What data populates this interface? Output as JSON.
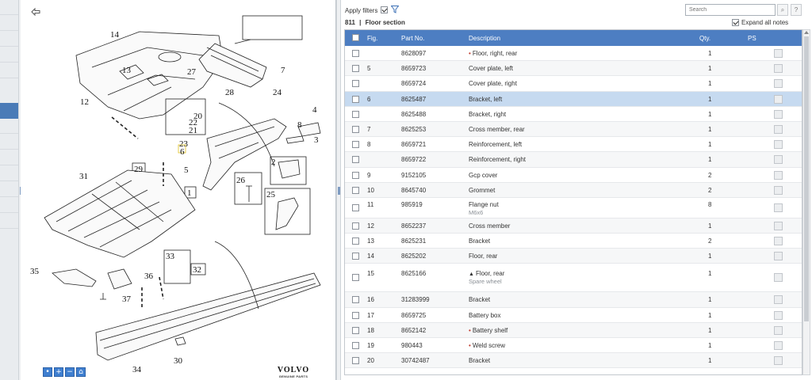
{
  "diagram": {
    "callouts": {
      "n1": "1",
      "n2": "2",
      "n3": "3",
      "n4": "4",
      "n5": "5",
      "n6": "6",
      "n7": "7",
      "n8": "8",
      "n12": "12",
      "n13": "13",
      "n14": "14",
      "n20": "20",
      "n21": "21",
      "n22": "22",
      "n23": "23",
      "n24": "24",
      "n25": "25",
      "n26": "26",
      "n27": "27",
      "n28": "28",
      "n29": "29",
      "n30": "30",
      "n31": "31",
      "n32": "32",
      "n33": "33",
      "n34": "34",
      "n35": "35",
      "n36": "36",
      "n37": "37"
    },
    "logo": {
      "word": "VOLVO",
      "sub": "GENUINE PARTS"
    },
    "zoom_buttons": [
      "•",
      "+",
      "−",
      "⌂"
    ]
  },
  "filters": {
    "apply_label": "Apply filters",
    "apply_checked": true,
    "search_placeholder": "Search",
    "expand_notes_label": "Expand all notes",
    "expand_checked": true
  },
  "section": {
    "code": "811",
    "separator": "|",
    "name": "Floor section"
  },
  "table": {
    "headers": {
      "fig": "Fig.",
      "part_no": "Part No.",
      "description": "Description",
      "qty": "Qty.",
      "ps": "PS"
    },
    "rows": [
      {
        "fig": "",
        "part_no": "8628097",
        "description": "Floor, right, rear",
        "sub": "",
        "qty": "1",
        "dot": true
      },
      {
        "fig": "5",
        "part_no": "8659723",
        "description": "Cover plate, left",
        "sub": "",
        "qty": "1"
      },
      {
        "fig": "",
        "part_no": "8659724",
        "description": "Cover plate, right",
        "sub": "",
        "qty": "1"
      },
      {
        "fig": "6",
        "part_no": "8625487",
        "description": "Bracket, left",
        "sub": "",
        "qty": "1",
        "selected": true
      },
      {
        "fig": "",
        "part_no": "8625488",
        "description": "Bracket, right",
        "sub": "",
        "qty": "1"
      },
      {
        "fig": "7",
        "part_no": "8625253",
        "description": "Cross member, rear",
        "sub": "",
        "qty": "1"
      },
      {
        "fig": "8",
        "part_no": "8659721",
        "description": "Reinforcement, left",
        "sub": "",
        "qty": "1"
      },
      {
        "fig": "",
        "part_no": "8659722",
        "description": "Reinforcement, right",
        "sub": "",
        "qty": "1"
      },
      {
        "fig": "9",
        "part_no": "9152105",
        "description": "Gcp cover",
        "sub": "",
        "qty": "2"
      },
      {
        "fig": "10",
        "part_no": "8645740",
        "description": "Grommet",
        "sub": "",
        "qty": "2"
      },
      {
        "fig": "11",
        "part_no": "985919",
        "description": "Flange nut",
        "sub": "M6x6",
        "qty": "8",
        "tall": true
      },
      {
        "fig": "12",
        "part_no": "8652237",
        "description": "Cross member",
        "sub": "",
        "qty": "1"
      },
      {
        "fig": "13",
        "part_no": "8625231",
        "description": "Bracket",
        "sub": "",
        "qty": "2"
      },
      {
        "fig": "14",
        "part_no": "8625202",
        "description": "Floor, rear",
        "sub": "",
        "qty": "1"
      },
      {
        "fig": "15",
        "part_no": "8625166",
        "description": "Floor, rear",
        "sub": "Spare wheel",
        "qty": "1",
        "tall2": true,
        "expand": true
      },
      {
        "fig": "16",
        "part_no": "31283999",
        "description": "Bracket",
        "sub": "",
        "qty": "1"
      },
      {
        "fig": "17",
        "part_no": "8659725",
        "description": "Battery box",
        "sub": "",
        "qty": "1"
      },
      {
        "fig": "18",
        "part_no": "8652142",
        "description": "Battery shelf",
        "sub": "",
        "qty": "1",
        "dot": true
      },
      {
        "fig": "19",
        "part_no": "980443",
        "description": "Weld screw",
        "sub": "",
        "qty": "1",
        "dot": true
      },
      {
        "fig": "20",
        "part_no": "30742487",
        "description": "Bracket",
        "sub": "",
        "qty": "1"
      }
    ]
  },
  "colors": {
    "header_blue": "#4d7ec2",
    "selected_row": "#c6daf0",
    "sidebar_active": "#4a7bb7",
    "accent_dot": "#c0392b"
  }
}
